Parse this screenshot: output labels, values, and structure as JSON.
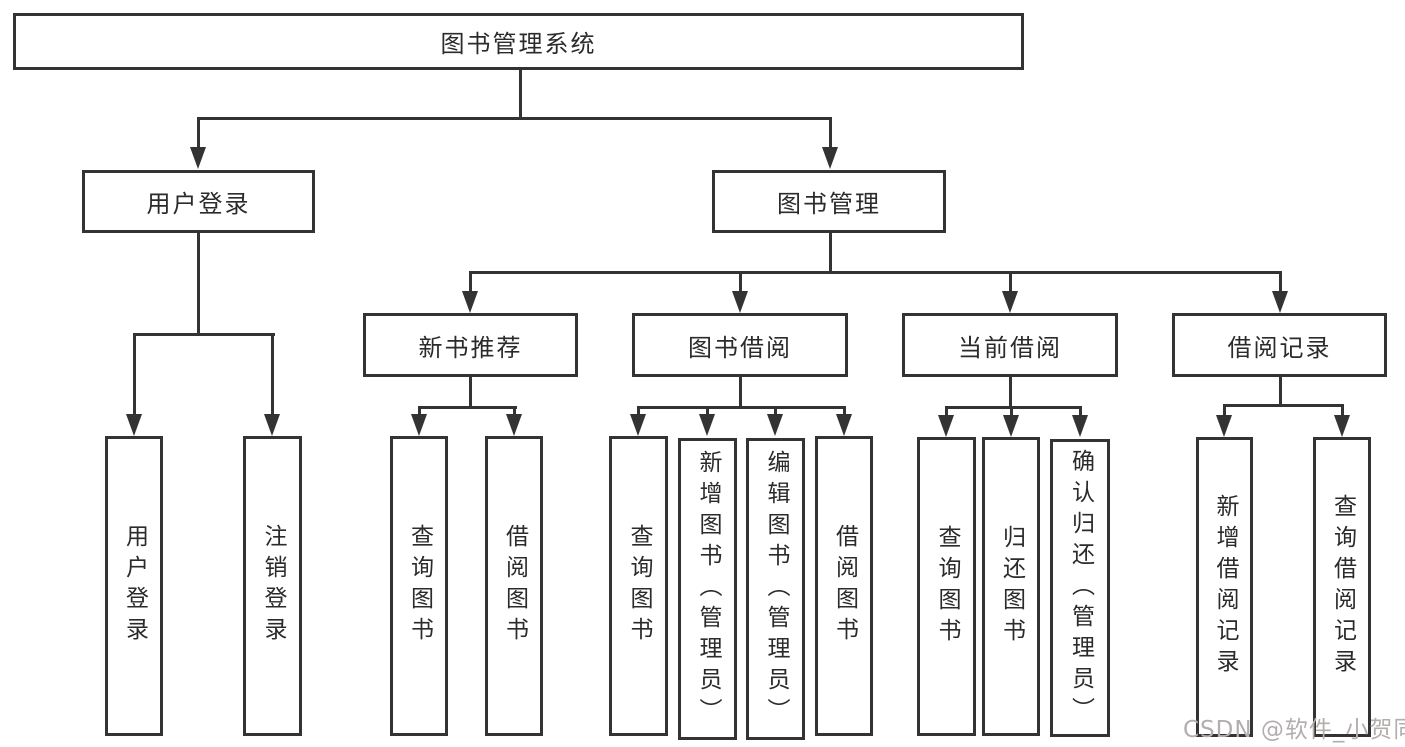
{
  "diagram_title": "图书管理系统",
  "tree": {
    "root": {
      "label": "图书管理系统",
      "children": [
        {
          "label": "用户登录",
          "children": [
            {
              "label": "用户登录"
            },
            {
              "label": "注销登录"
            }
          ]
        },
        {
          "label": "图书管理",
          "children": [
            {
              "label": "新书推荐",
              "children": [
                {
                  "label": "查询图书"
                },
                {
                  "label": "借阅图书"
                }
              ]
            },
            {
              "label": "图书借阅",
              "children": [
                {
                  "label": "查询图书"
                },
                {
                  "label": "新增图书（管理员）"
                },
                {
                  "label": "编辑图书（管理员）"
                },
                {
                  "label": "借阅图书"
                }
              ]
            },
            {
              "label": "当前借阅",
              "children": [
                {
                  "label": "查询图书"
                },
                {
                  "label": "归还图书"
                },
                {
                  "label": "确认归还（管理员）"
                }
              ]
            },
            {
              "label": "借阅记录",
              "children": [
                {
                  "label": "新增借阅记录"
                },
                {
                  "label": "查询借阅记录"
                }
              ]
            }
          ]
        }
      ]
    }
  },
  "watermark": {
    "text": "CSDN @软件_小贺同学"
  },
  "colors": {
    "line": "#333333",
    "text": "#2b2b2b",
    "watermark": "#b3aeae",
    "background": "#ffffff"
  }
}
